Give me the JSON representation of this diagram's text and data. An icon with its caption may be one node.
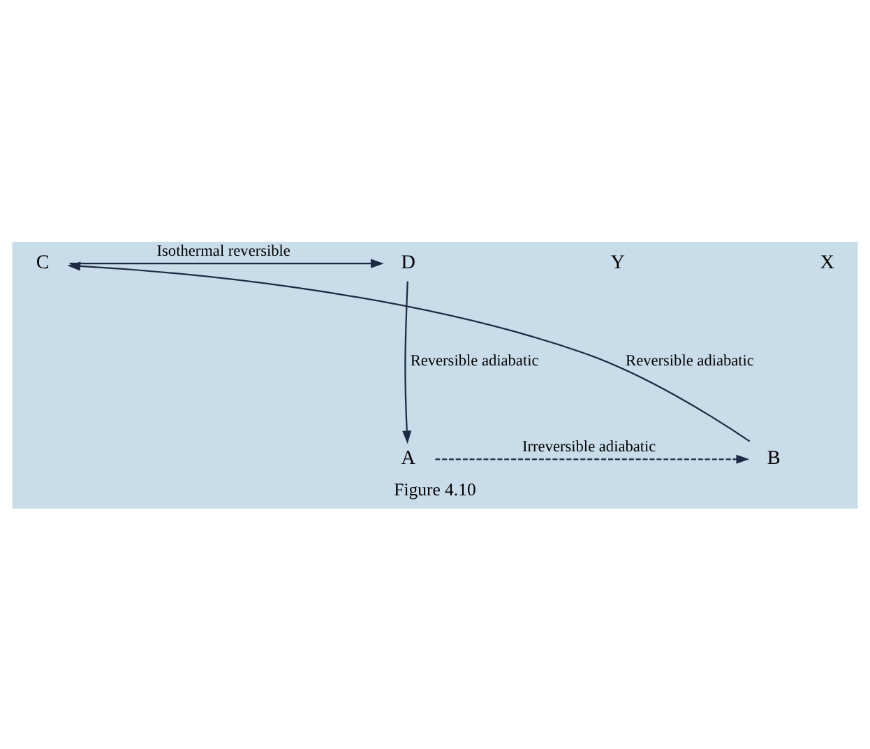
{
  "diagram": {
    "caption": "Figure 4.10",
    "nodes": [
      {
        "text": [
          "D"
        ]
      },
      {
        "text": [
          "C"
        ]
      },
      {
        "text": [
          "A"
        ]
      },
      {
        "text": [
          "B"
        ]
      }
    ],
    "edges": [
      {
        "from": 0,
        "to": 2,
        "arrow": "to",
        "label": "Reversible adiabatic"
      },
      {
        "from": 2,
        "to": 3,
        "arrow": "to",
        "label": "Irreversible adiabatic",
        "style": "dashed"
      },
      {
        "from": 3,
        "to": 1,
        "arrow": "to",
        "label": "Reversible adiabatic"
      },
      {
        "from": 1,
        "to": 0,
        "arrow": "to",
        "label": "Isothermal reversible"
      }
    ],
    "labels": [
      "Y",
      "X"
    ]
  }
}
